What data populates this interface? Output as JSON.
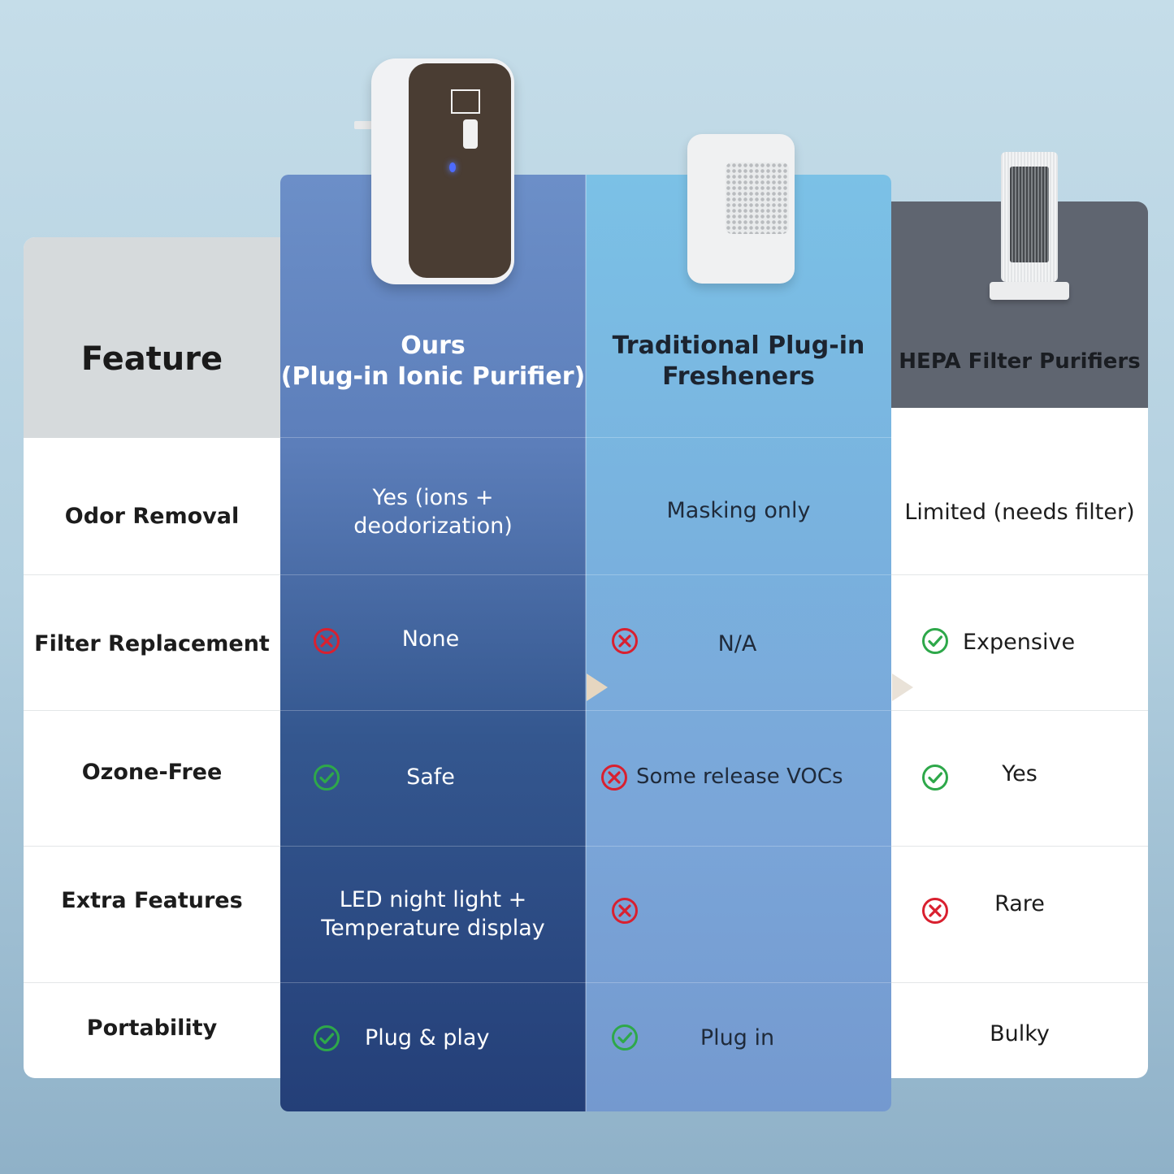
{
  "headers": {
    "feature": "Feature",
    "ours_line1": "Ours",
    "ours_line2": "(Plug-in Ionic Purifier)",
    "trad_line1": "Traditional Plug-in",
    "trad_line2": "Fresheners",
    "hepa": "HEPA Filter Purifiers"
  },
  "rows": [
    {
      "feature": "Odor Removal",
      "ours_line1": "Yes (ions +",
      "ours_line2": "deodorization)",
      "trad": "Masking only",
      "hepa": "Limited (needs filter)"
    },
    {
      "feature": "Filter Replacement",
      "ours": "None",
      "ours_icon": "cross-icon",
      "trad": "N/A",
      "trad_icon": "cross-icon",
      "hepa": "Expensive",
      "hepa_icon": "check-icon"
    },
    {
      "feature": "Ozone-Free",
      "ours": "Safe",
      "ours_icon": "check-icon",
      "trad": "Some release VOCs",
      "trad_icon": "cross-icon",
      "hepa": "Yes",
      "hepa_icon": "check-icon"
    },
    {
      "feature": "Extra Features",
      "ours_line1": "LED night light +",
      "ours_line2": "Temperature display",
      "trad_icon": "cross-icon",
      "hepa": "Rare",
      "hepa_icon": "cross-icon"
    },
    {
      "feature": "Portability",
      "ours": "Plug & play",
      "ours_icon": "check-icon",
      "trad": "Plug in",
      "trad_icon": "check-icon",
      "hepa": "Bulky"
    }
  ],
  "colors": {
    "check": "#2ea84a",
    "cross": "#d9202f"
  }
}
